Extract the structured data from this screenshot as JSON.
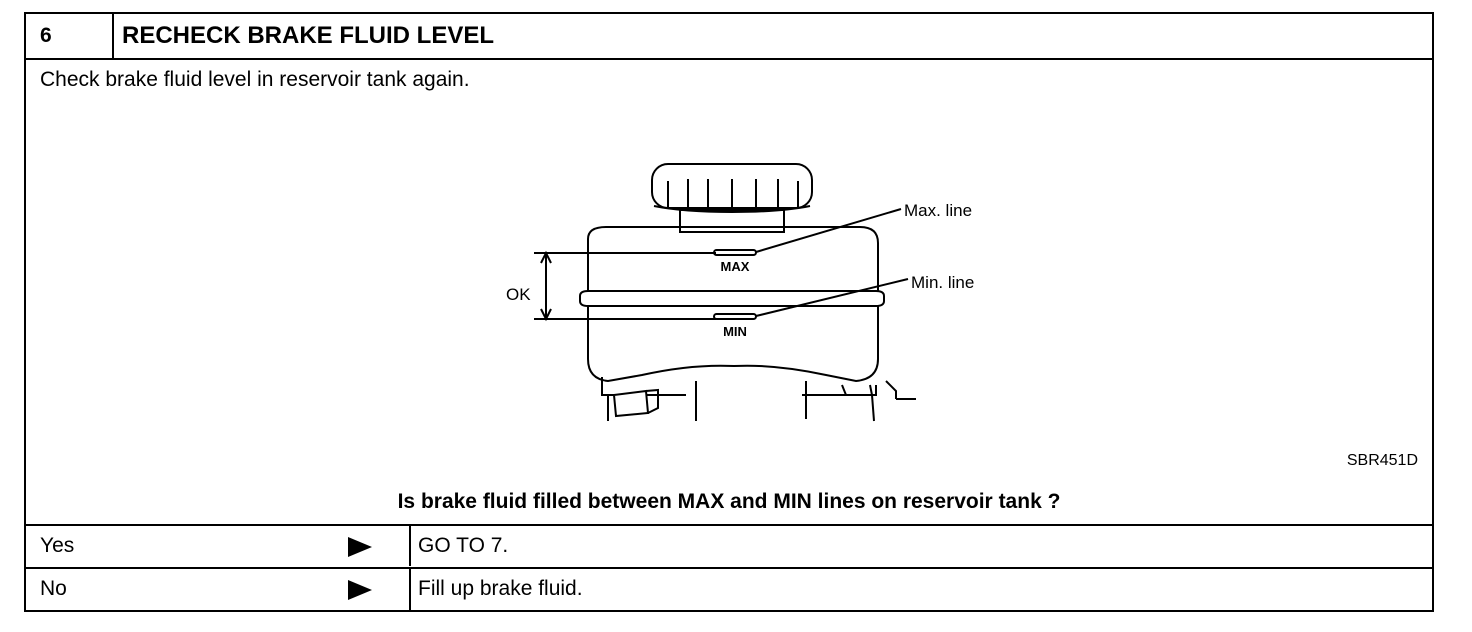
{
  "step": {
    "number": "6",
    "title": "RECHECK BRAKE FLUID LEVEL"
  },
  "instruction": "Check brake fluid level in reservoir tank again.",
  "figure": {
    "code": "SBR451D",
    "labels": {
      "max_marking": "MAX",
      "min_marking": "MIN",
      "max_callout": "Max. line",
      "min_callout": "Min. line",
      "ok_range": "OK"
    }
  },
  "question": "Is brake fluid filled between MAX and MIN lines on reservoir tank ?",
  "answers": [
    {
      "label": "Yes",
      "action": "GO TO 7."
    },
    {
      "label": "No",
      "action": "Fill up brake fluid."
    }
  ],
  "icons": {
    "arrow": "triangle-right-icon"
  }
}
